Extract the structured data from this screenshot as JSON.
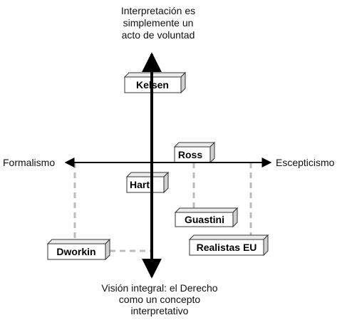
{
  "axes": {
    "top": [
      "Interpretación es",
      "simplemente un",
      "acto de voluntad"
    ],
    "bottom": [
      "Visión integral: el Derecho",
      "como un concepto",
      "interpretativo"
    ],
    "left": "Formalismo",
    "right": "Escepticismo"
  },
  "authors": {
    "kelsen": "Kelsen",
    "ross": "Ross",
    "hart": "Hart",
    "guastini": "Guastini",
    "dworkin": "Dworkin",
    "realistas": "Realistas EU"
  },
  "colors": {
    "axis": "#000000",
    "connector": "#bbbbbb",
    "box_fill": "#ffffff",
    "box_side": "#d0d0d0",
    "box_top": "#ececec"
  }
}
